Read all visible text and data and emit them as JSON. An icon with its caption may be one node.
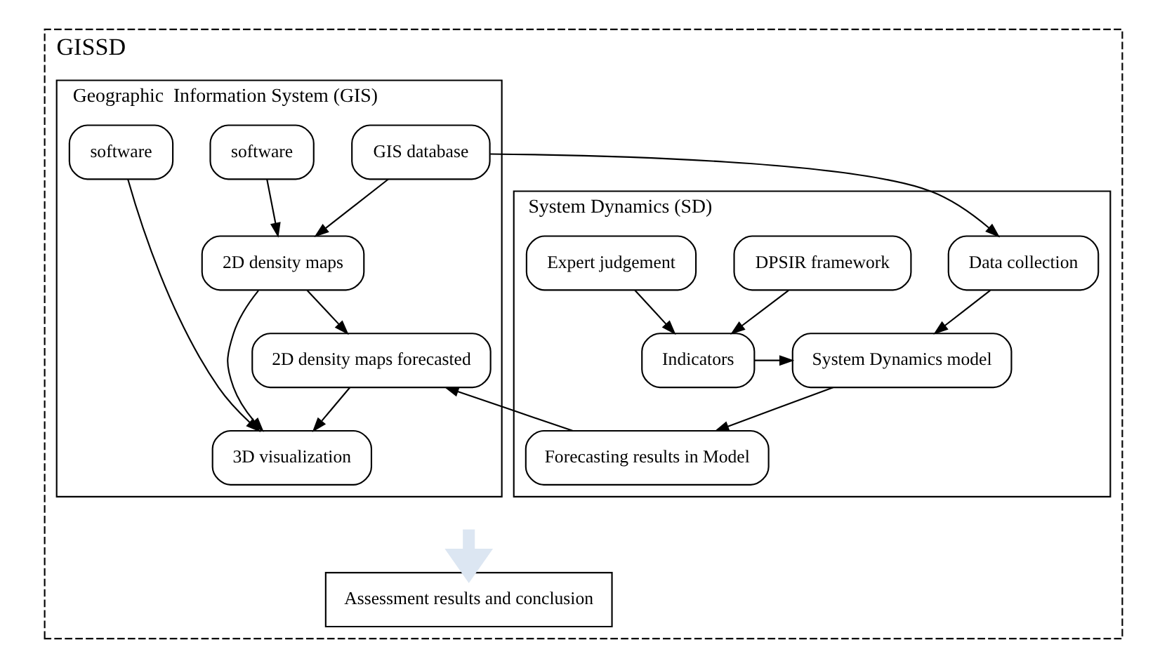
{
  "diagram": {
    "nodes": [
      {
        "text": [
          "GISSD"
        ]
      },
      {
        "text": [
          "Geographic  Information System (GIS)"
        ],
        "in": 0
      },
      {
        "text": [
          "software"
        ],
        "in": 1
      },
      {
        "text": [
          "software"
        ],
        "in": 1
      },
      {
        "text": [
          "GIS database"
        ],
        "in": 1
      },
      {
        "text": [
          "2D density maps"
        ],
        "in": 1
      },
      {
        "text": [
          "2D density maps forecasted"
        ],
        "in": 1
      },
      {
        "text": [
          "3D visualization"
        ],
        "in": 1
      },
      {
        "text": [
          "System Dynamics (SD)"
        ],
        "in": 0
      },
      {
        "text": [
          "Data collection"
        ],
        "in": 8
      },
      {
        "text": [
          "DPSIR framework"
        ],
        "in": 8
      },
      {
        "text": [
          "Expert judgement"
        ],
        "in": 8
      },
      {
        "text": [
          "System Dynamics model"
        ],
        "in": 8
      },
      {
        "text": [
          "Indicators"
        ],
        "in": 8
      },
      {
        "text": [
          "Forecasting results in Model"
        ],
        "in": 8
      },
      {
        "text": [
          "Assessment results and conclusion"
        ],
        "in": 0
      }
    ],
    "edges": [
      {
        "from": 3,
        "to": 5,
        "arrow": "to"
      },
      {
        "from": 4,
        "to": 5,
        "arrow": "to"
      },
      {
        "from": 4,
        "to": 9,
        "arrow": "to"
      },
      {
        "from": 2,
        "to": 7,
        "arrow": "to"
      },
      {
        "from": 5,
        "to": 7,
        "arrow": "to"
      },
      {
        "from": 5,
        "to": 6,
        "arrow": "to"
      },
      {
        "from": 6,
        "to": 7,
        "arrow": "to"
      },
      {
        "from": 10,
        "to": 13,
        "arrow": "to"
      },
      {
        "from": 11,
        "to": 13,
        "arrow": "to"
      },
      {
        "from": 9,
        "to": 12,
        "arrow": "to"
      },
      {
        "from": 13,
        "to": 12,
        "arrow": "to"
      },
      {
        "from": 12,
        "to": 14,
        "arrow": "to"
      },
      {
        "from": 14,
        "to": 6,
        "arrow": "to"
      },
      {
        "from": null,
        "to": 15,
        "arrow": "to",
        "style": "thick",
        "color": "#dce6f2"
      }
    ]
  }
}
